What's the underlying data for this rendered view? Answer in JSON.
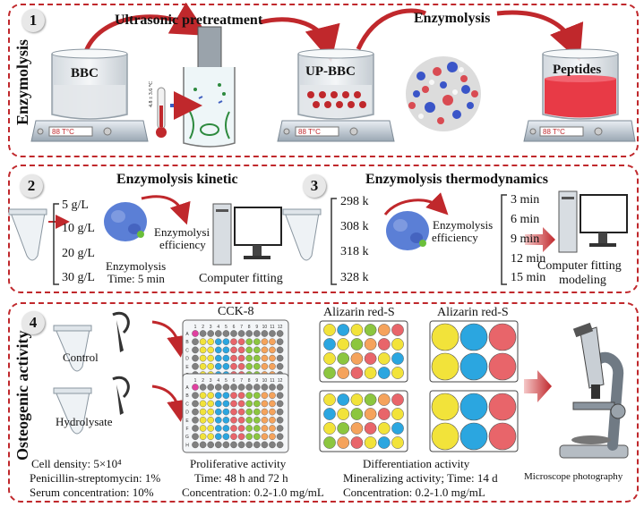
{
  "section1": {
    "badge": "1",
    "side_label": "Enzymolysis",
    "ultrasonic_title": "Ultrasonic pretreatment",
    "enzymolysis_title": "Enzymolysis",
    "bbc": "BBC",
    "up_bbc": "UP-BBC",
    "peptides": "Peptides",
    "thermo_reading": "4.8 ± 3.6 °C",
    "stirrer_display": "88 T°C"
  },
  "section2": {
    "badge_kinetic": "2",
    "badge_thermo": "3",
    "kinetic_title": "Enzymolysis kinetic",
    "thermo_title": "Enzymolysis thermodynamics",
    "concentrations": [
      "5 g/L",
      "10 g/L",
      "20 g/L",
      "30 g/L"
    ],
    "kinetic_efficiency_line1": "Enzymolysi",
    "kinetic_efficiency_line2": "efficiency",
    "kinetic_condition_line1": "Enzymolysis",
    "kinetic_condition_line2": "Time: 5 min",
    "computer_fitting": "Computer fitting",
    "temperatures": [
      "298 k",
      "308 k",
      "318 k",
      "328 k"
    ],
    "thermo_efficiency_line1": "Enzymolysis",
    "thermo_efficiency_line2": "efficiency",
    "times": [
      "3 min",
      "6 min",
      "9 min",
      "12 min",
      "15 min"
    ],
    "computer_fitting_modeling_line1": "Computer fitting",
    "computer_fitting_modeling_line2": "modeling"
  },
  "section4": {
    "badge": "4",
    "side_label": "Osteogenic activity",
    "control": "Control",
    "hydrolysate": "Hydrolysate",
    "cck8": "CCK-8",
    "plate_cols": [
      "1",
      "2",
      "3",
      "4",
      "5",
      "6",
      "7",
      "8",
      "9",
      "10",
      "11",
      "12"
    ],
    "plate_rows": [
      "A",
      "B",
      "C",
      "D",
      "E",
      "F",
      "G",
      "H"
    ],
    "alizarin1": "Alizarin red-S",
    "alizarin2": "Alizarin red-S",
    "cell_density": "Cell density: 5×10⁴",
    "penicillin": "Penicillin-streptomycin: 1%",
    "serum": "Serum concentration: 10%",
    "prolif_title": "Proliferative activity",
    "prolif_time": "Time: 48 h and 72 h",
    "prolif_conc": "Concentration: 0.2-1.0 mg/mL",
    "diff_title": "Differentiation activity",
    "diff_time": "Mineralizing activity; Time: 14 d",
    "diff_conc": "Concentration: 0.2-1.0 mg/mL",
    "microscope": "Microscope photography"
  },
  "colors": {
    "panel_border": "#c0282c",
    "arrow_red": "#c0282c",
    "protein_blue": "#5b7fd6",
    "well_yellow": "#f2e33a",
    "well_blue": "#2ba6e0",
    "well_red": "#e8656a",
    "well_green": "#8cc63f",
    "well_orange": "#f5a35c",
    "well_gray": "#808080"
  }
}
